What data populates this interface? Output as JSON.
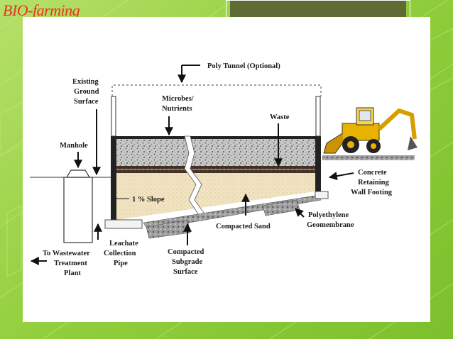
{
  "slide": {
    "title": "BIO-farming"
  },
  "diagram": {
    "labels": {
      "poly_tunnel": "Poly Tunnel (Optional)",
      "existing_ground_1": "Existing",
      "existing_ground_2": "Ground",
      "existing_ground_3": "Surface",
      "microbes_1": "Microbes/",
      "microbes_2": "Nutrients",
      "waste": "Waste",
      "manhole": "Manhole",
      "concrete_1": "Concrete",
      "concrete_2": "Retaining",
      "concrete_3": "Wall Footing",
      "slope": "1 % Slope",
      "polyethylene_1": "Polyethylene",
      "polyethylene_2": "Geomembrane",
      "compacted_sand": "Compacted Sand",
      "leachate_1": "Leachate",
      "leachate_2": "Collection",
      "leachate_3": "Pipe",
      "subgrade_1": "Compacted",
      "subgrade_2": "Subgrade",
      "subgrade_3": "Surface",
      "wastewater_1": "To Wastewater",
      "wastewater_2": "Treatment",
      "wastewater_3": "Plant"
    }
  }
}
